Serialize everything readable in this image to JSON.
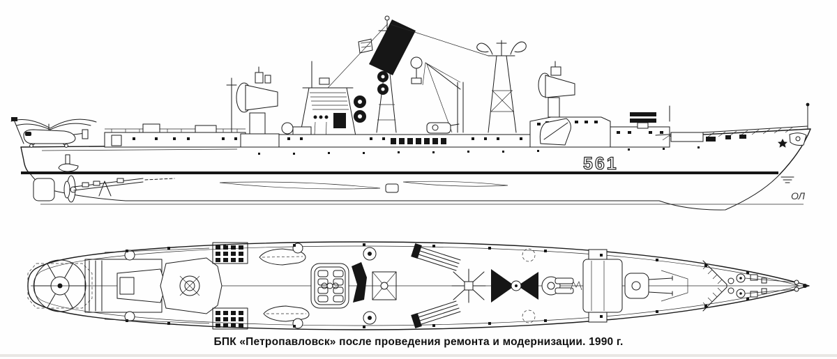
{
  "figure": {
    "caption": "БПК «Петропавловск» после проведения ремонта и модернизации. 1990 г.",
    "hull_number": "561",
    "waterline_label": "ОЛ"
  },
  "colors": {
    "paper": "#fefefe",
    "ink": "#1b1b1b"
  }
}
